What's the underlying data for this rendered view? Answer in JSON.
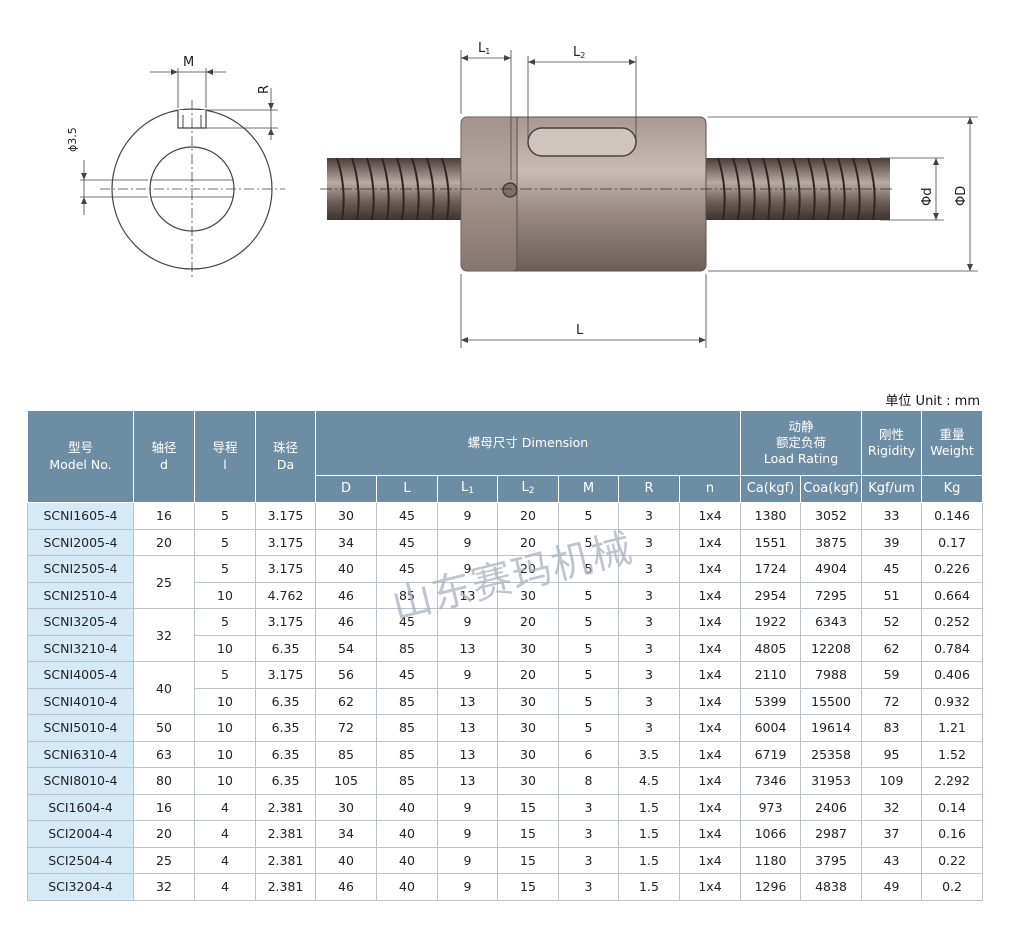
{
  "drawing": {
    "labels": {
      "m": "M",
      "r": "R",
      "phi": "ϕ3.5",
      "l1": "L",
      "l1_sub": "1",
      "l2": "L",
      "l2_sub": "2",
      "l": "L",
      "d": "Φd",
      "big_d": "ΦD"
    }
  },
  "unit_note": "单位 Unit : mm",
  "header": {
    "model_cn": "型号",
    "model_en": "Model No.",
    "shaft_cn": "轴径",
    "shaft_sym": "d",
    "lead_cn": "导程",
    "lead_sym": "l",
    "ball_cn": "珠径",
    "ball_sym": "Da",
    "dimension": "螺母尺寸 Dimension",
    "load_l1": "动静",
    "load_l2": "额定负荷",
    "load_l3": "Load Rating",
    "rigidity_cn": "刚性",
    "rigidity_en": "Rigidity",
    "weight_cn": "重量",
    "weight_en": "Weight",
    "sub": [
      "D",
      "L",
      "L",
      "L",
      "M",
      "R",
      "n",
      "Ca(kgf)",
      "Coa(kgf)",
      "Kgf/um",
      "Kg"
    ],
    "sub_idx": [
      "",
      "",
      "1",
      "2",
      "",
      "",
      "",
      "",
      "",
      "",
      ""
    ]
  },
  "rows": [
    [
      "SCNI1605-4",
      "16",
      "5",
      "3.175",
      "30",
      "45",
      "9",
      "20",
      "5",
      "3",
      "1x4",
      "1380",
      "3052",
      "33",
      "0.146"
    ],
    [
      "SCNI2005-4",
      "20",
      "5",
      "3.175",
      "34",
      "45",
      "9",
      "20",
      "5",
      "3",
      "1x4",
      "1551",
      "3875",
      "39",
      "0.17"
    ],
    [
      "SCNI2505-4",
      "25",
      "5",
      "3.175",
      "40",
      "45",
      "9",
      "20",
      "5",
      "3",
      "1x4",
      "1724",
      "4904",
      "45",
      "0.226"
    ],
    [
      "SCNI2510-4",
      "",
      "10",
      "4.762",
      "46",
      "85",
      "13",
      "30",
      "5",
      "3",
      "1x4",
      "2954",
      "7295",
      "51",
      "0.664"
    ],
    [
      "SCNI3205-4",
      "32",
      "5",
      "3.175",
      "46",
      "45",
      "9",
      "20",
      "5",
      "3",
      "1x4",
      "1922",
      "6343",
      "52",
      "0.252"
    ],
    [
      "SCNI3210-4",
      "",
      "10",
      "6.35",
      "54",
      "85",
      "13",
      "30",
      "5",
      "3",
      "1x4",
      "4805",
      "12208",
      "62",
      "0.784"
    ],
    [
      "SCNI4005-4",
      "40",
      "5",
      "3.175",
      "56",
      "45",
      "9",
      "20",
      "5",
      "3",
      "1x4",
      "2110",
      "7988",
      "59",
      "0.406"
    ],
    [
      "SCNI4010-4",
      "",
      "10",
      "6.35",
      "62",
      "85",
      "13",
      "30",
      "5",
      "3",
      "1x4",
      "5399",
      "15500",
      "72",
      "0.932"
    ],
    [
      "SCNI5010-4",
      "50",
      "10",
      "6.35",
      "72",
      "85",
      "13",
      "30",
      "5",
      "3",
      "1x4",
      "6004",
      "19614",
      "83",
      "1.21"
    ],
    [
      "SCNI6310-4",
      "63",
      "10",
      "6.35",
      "85",
      "85",
      "13",
      "30",
      "6",
      "3.5",
      "1x4",
      "6719",
      "25358",
      "95",
      "1.52"
    ],
    [
      "SCNI8010-4",
      "80",
      "10",
      "6.35",
      "105",
      "85",
      "13",
      "30",
      "8",
      "4.5",
      "1x4",
      "7346",
      "31953",
      "109",
      "2.292"
    ],
    [
      "SCI1604-4",
      "16",
      "4",
      "2.381",
      "30",
      "40",
      "9",
      "15",
      "3",
      "1.5",
      "1x4",
      "973",
      "2406",
      "32",
      "0.14"
    ],
    [
      "SCI2004-4",
      "20",
      "4",
      "2.381",
      "34",
      "40",
      "9",
      "15",
      "3",
      "1.5",
      "1x4",
      "1066",
      "2987",
      "37",
      "0.16"
    ],
    [
      "SCI2504-4",
      "25",
      "4",
      "2.381",
      "40",
      "40",
      "9",
      "15",
      "3",
      "1.5",
      "1x4",
      "1180",
      "3795",
      "43",
      "0.22"
    ],
    [
      "SCI3204-4",
      "32",
      "4",
      "2.381",
      "46",
      "40",
      "9",
      "15",
      "3",
      "1.5",
      "1x4",
      "1296",
      "4838",
      "49",
      "0.2"
    ]
  ],
  "watermark": "山东赛玛机械",
  "colors": {
    "header_bg": "#6d8da4",
    "model_cell_bg": "#d6e9f7",
    "nut_body": "#8a7a72",
    "thread": "#5d4e47"
  }
}
